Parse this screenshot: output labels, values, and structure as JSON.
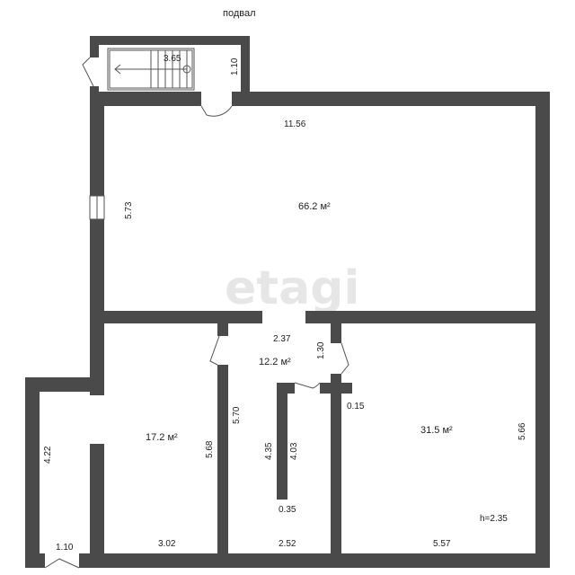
{
  "title": "подвал",
  "watermark": "etagi",
  "colors": {
    "wall": "#4a4a4a",
    "line": "#555555",
    "background": "#ffffff"
  },
  "rooms": [
    {
      "id": "main-room",
      "area": "66.2 м²"
    },
    {
      "id": "left-room",
      "area": "17.2 м²"
    },
    {
      "id": "hall",
      "area": "12.2 м²"
    },
    {
      "id": "right-room",
      "area": "31.5 м²"
    }
  ],
  "dimensions": [
    "3.65",
    "1.10",
    "11.56",
    "5.73",
    "2.37",
    "1.30",
    "4.22",
    "5.70",
    "5.68",
    "4.35",
    "4.03",
    "0.15",
    "5.66",
    "0.35",
    "1.10",
    "3.02",
    "2.52",
    "5.57"
  ],
  "height": "h=2.35"
}
